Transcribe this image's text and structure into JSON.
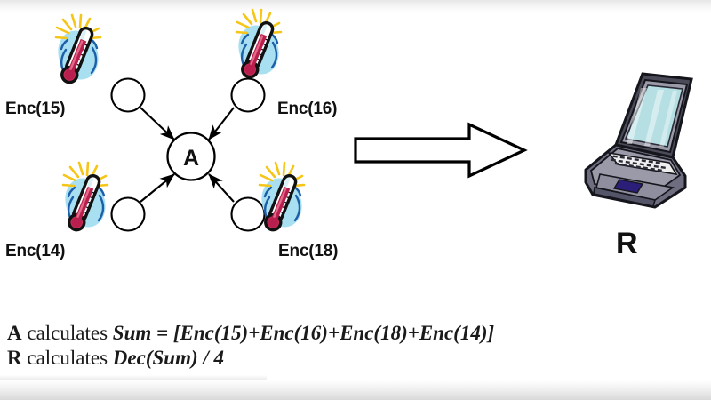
{
  "diagram": {
    "title_text_present": false,
    "aggregator": {
      "label": "A"
    },
    "receiver": {
      "label": "R",
      "icon": "laptop-icon"
    },
    "flow_arrow": {
      "icon": "block-arrow-right-icon"
    },
    "sensors": [
      {
        "id": "sensor-top-left",
        "label": "Enc(15)",
        "icon": "thermometer-icon"
      },
      {
        "id": "sensor-top-right",
        "label": "Enc(16)",
        "icon": "thermometer-icon"
      },
      {
        "id": "sensor-bottom-left",
        "label": "Enc(14)",
        "icon": "thermometer-icon"
      },
      {
        "id": "sensor-bottom-right",
        "label": "Enc(18)",
        "icon": "thermometer-icon"
      }
    ],
    "caption": {
      "line1_agent": "A",
      "line1_verb": " calculates ",
      "line1_formula": "Sum = [Enc(15)+Enc(16)+Enc(18)+Enc(14)]",
      "line2_agent": "R",
      "line2_verb": " calculates ",
      "line2_formula": "Dec(Sum) / 4"
    }
  },
  "colors": {
    "background": "#ffffff",
    "stroke": "#000000",
    "mercury_dark": "#a8144a",
    "mercury_mid": "#c42b55",
    "mercury_light": "#e36a88",
    "splash_blue": "#a8e0f2",
    "motion_blue": "#1d5fa8",
    "ray_yellow": "#f5c518",
    "laptop_screen": "#b6dfe4",
    "laptop_body": "#9a9aa8",
    "laptop_body_dark": "#6e6e80",
    "laptop_trackpad": "#2a1e78",
    "laptop_outline": "#1a1a22",
    "text": "#111111"
  }
}
